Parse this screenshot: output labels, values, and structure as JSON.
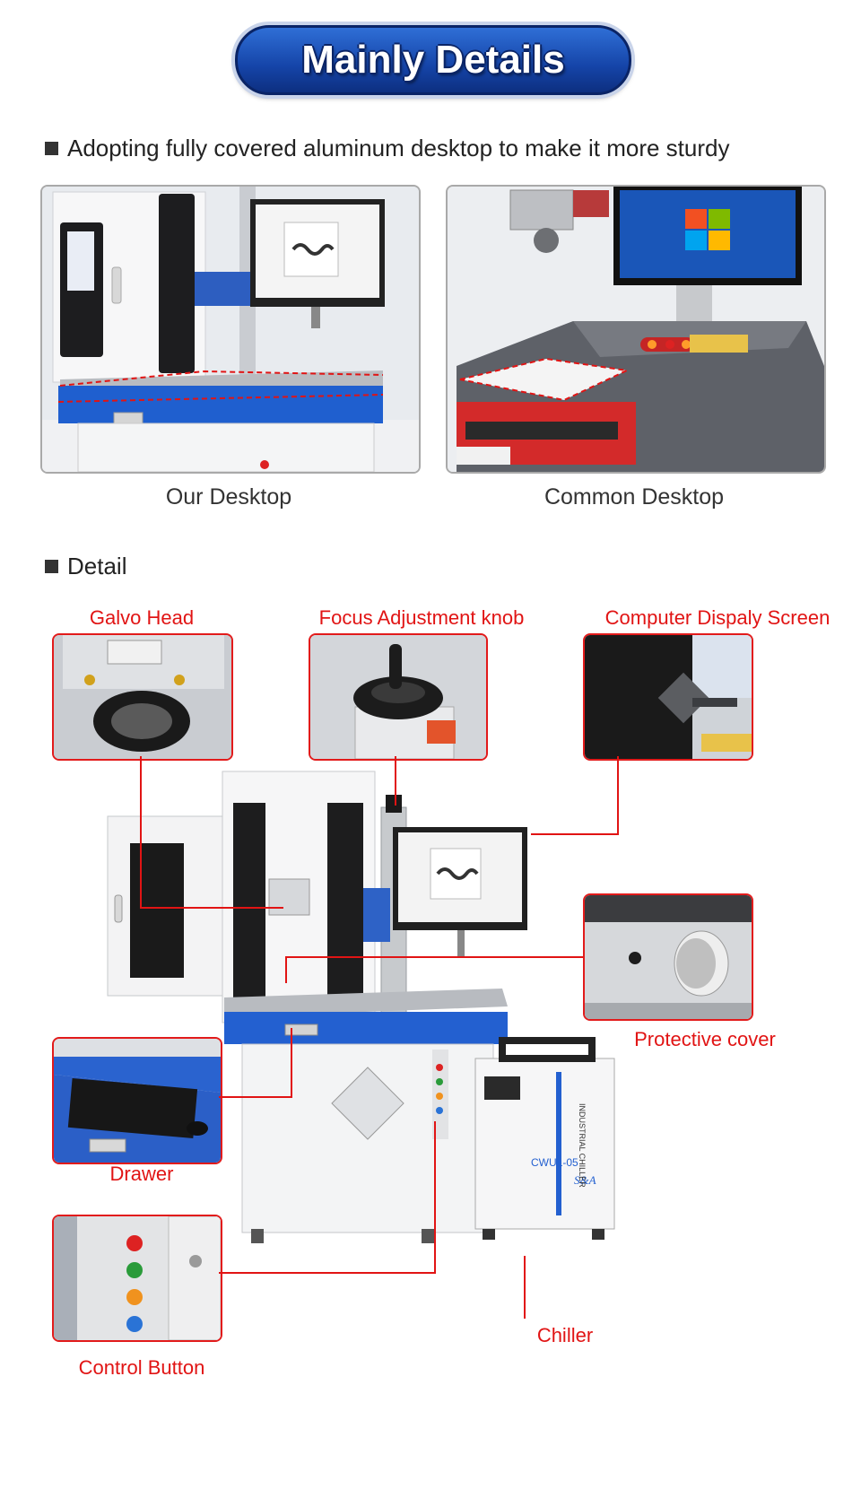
{
  "banner": {
    "title": "Mainly Details"
  },
  "section1": {
    "heading": "Adopting  fully covered aluminum desktop to make it more sturdy",
    "left_caption": "Our Desktop",
    "right_caption": "Common Desktop"
  },
  "section2": {
    "heading": "Detail",
    "labels": {
      "galvo": "Galvo Head",
      "focus": "Focus Adjustment knob",
      "screen": "Computer Dispaly Screen",
      "cover": "Protective cover",
      "drawer": "Drawer",
      "control": "Control Button",
      "chiller": "Chiller"
    },
    "chiller_brand": "S&A",
    "chiller_model": "CWUL-05",
    "chiller_text": "INDUSTRIAL CHILLER"
  },
  "colors": {
    "accent_red": "#e11414",
    "brand_blue": "#1f5fcf",
    "cabinet_white": "#f2f3f5"
  }
}
